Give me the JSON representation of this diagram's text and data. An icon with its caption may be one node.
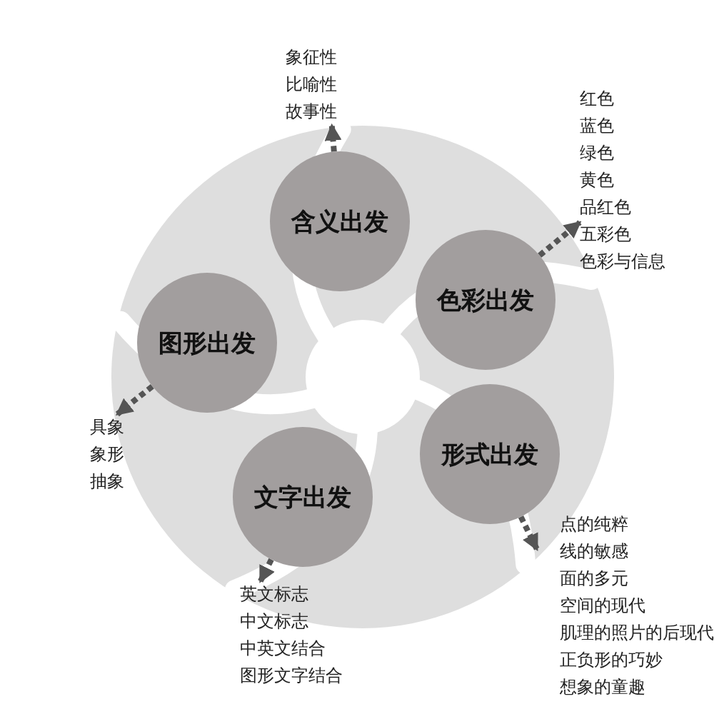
{
  "diagram": {
    "nodes": [
      {
        "text": [
          "含义出发"
        ]
      },
      {
        "text": [
          "色彩出发"
        ]
      },
      {
        "text": [
          "图形出发"
        ]
      },
      {
        "text": [
          "形式出发"
        ]
      },
      {
        "text": [
          "文字出发"
        ]
      },
      {
        "text": [
          "象征性",
          "比喻性",
          "故事性"
        ]
      },
      {
        "text": [
          "红色",
          "蓝色",
          "绿色",
          "黄色",
          "品红色",
          "五彩色",
          "色彩与信息"
        ]
      },
      {
        "text": [
          "具象",
          "象形",
          "抽象"
        ]
      },
      {
        "text": [
          "点的纯粹",
          "线的敏感",
          "面的多元",
          "空间的现代",
          "肌理的照片的后现代",
          "正负形的巧妙",
          "想象的童趣"
        ]
      },
      {
        "text": [
          "英文标志",
          "中文标志",
          "中英文结合",
          "图形文字结合"
        ]
      }
    ],
    "edges": [
      {
        "from": 0,
        "to": 5,
        "arrow": "to",
        "style": "dashed"
      },
      {
        "from": 1,
        "to": 6,
        "arrow": "to",
        "style": "dashed"
      },
      {
        "from": 2,
        "to": 7,
        "arrow": "to",
        "style": "dashed"
      },
      {
        "from": 3,
        "to": 8,
        "arrow": "to",
        "style": "dashed"
      },
      {
        "from": 4,
        "to": 9,
        "arrow": "to",
        "style": "dashed"
      }
    ]
  }
}
